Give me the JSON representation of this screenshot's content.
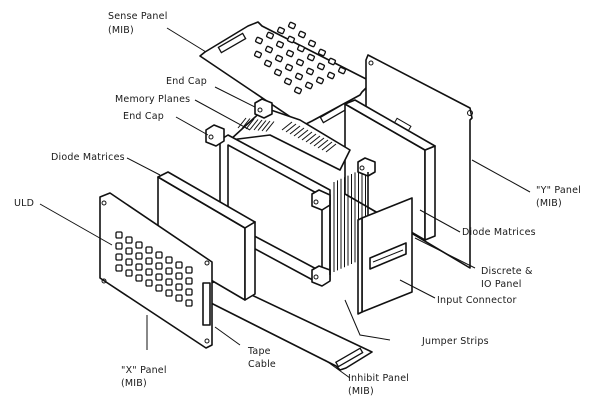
{
  "diagram": {
    "type": "exploded-assembly-view",
    "labels": {
      "sense_panel": [
        "Sense Panel",
        "(MIB)"
      ],
      "end_cap_top": "End Cap",
      "memory_planes": "Memory Planes",
      "end_cap_left": "End Cap",
      "diode_matrices_left": "Diode Matrices",
      "uld": "ULD",
      "x_panel": [
        "\"X\" Panel",
        "(MIB)"
      ],
      "tape_cable": [
        "Tape",
        "Cable"
      ],
      "inhibit_panel": [
        "Inhibit Panel",
        "(MIB)"
      ],
      "jumper_strips": "Jumper Strips",
      "input_connector": "Input Connector",
      "discrete_io_panel": [
        "Discrete &",
        "IO Panel"
      ],
      "diode_matrices_right": "Diode Matrices",
      "y_panel": [
        "\"Y\" Panel",
        "(MIB)"
      ]
    }
  }
}
